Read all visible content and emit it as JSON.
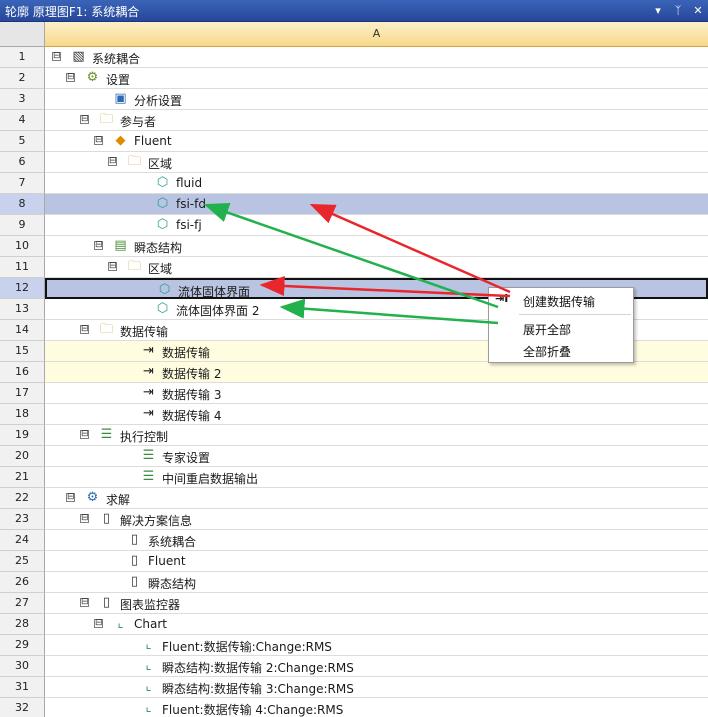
{
  "window": {
    "title": "轮廓 原理图F1: 系统耦合",
    "buttons": [
      "▾",
      "ᛉ",
      "✕"
    ]
  },
  "column_header": "A",
  "rows": [
    {
      "num": "1",
      "label": "系统耦合",
      "icon": "system-coupling-icon",
      "glyph": "▧",
      "color": "#333",
      "toggle": "⊟",
      "level": 0
    },
    {
      "num": "2",
      "label": "设置",
      "icon": "setup-icon",
      "glyph": "⚙",
      "color": "#6b8e23",
      "toggle": "⊟",
      "level": 1
    },
    {
      "num": "3",
      "label": "分析设置",
      "icon": "analysis-settings-icon",
      "glyph": "▣",
      "color": "#2b6cb0",
      "toggle": "",
      "level": 3
    },
    {
      "num": "4",
      "label": "参与者",
      "icon": "folder-icon",
      "glyph": "🗀",
      "color": "#caa23a",
      "toggle": "⊟",
      "level": 2
    },
    {
      "num": "5",
      "label": "Fluent",
      "icon": "fluent-icon",
      "glyph": "◆",
      "color": "#e08a00",
      "toggle": "⊟",
      "level": 3
    },
    {
      "num": "6",
      "label": "区域",
      "icon": "folder-icon",
      "glyph": "🗀",
      "color": "#caa23a",
      "toggle": "⊟",
      "level": 4
    },
    {
      "num": "7",
      "label": "fluid",
      "icon": "region-cube-icon",
      "glyph": "⬡",
      "color": "#2a9d8f",
      "toggle": "",
      "level": 6
    },
    {
      "num": "8",
      "label": "fsi-fd",
      "icon": "region-cube-icon",
      "glyph": "⬡",
      "color": "#2a9d8f",
      "toggle": "",
      "level": 6,
      "state": "sel"
    },
    {
      "num": "9",
      "label": "fsi-fj",
      "icon": "region-cube-icon",
      "glyph": "⬡",
      "color": "#2a9d8f",
      "toggle": "",
      "level": 6
    },
    {
      "num": "10",
      "label": "瞬态结构",
      "icon": "transient-structural-icon",
      "glyph": "▤",
      "color": "#4a8c3a",
      "toggle": "⊟",
      "level": 3
    },
    {
      "num": "11",
      "label": "区域",
      "icon": "folder-icon",
      "glyph": "🗀",
      "color": "#caa23a",
      "toggle": "⊟",
      "level": 4
    },
    {
      "num": "12",
      "label": "流体固体界面",
      "icon": "region-cube-icon",
      "glyph": "⬡",
      "color": "#2a9d8f",
      "toggle": "",
      "level": 6,
      "state": "selbox"
    },
    {
      "num": "13",
      "label": "流体固体界面 2",
      "icon": "region-cube-icon",
      "glyph": "⬡",
      "color": "#2a9d8f",
      "toggle": "",
      "level": 6
    },
    {
      "num": "14",
      "label": "数据传输",
      "icon": "folder-icon",
      "glyph": "🗀",
      "color": "#caa23a",
      "toggle": "⊟",
      "level": 2
    },
    {
      "num": "15",
      "label": "数据传输",
      "icon": "data-transfer-icon",
      "glyph": "⇥",
      "color": "#222",
      "toggle": "",
      "level": 5,
      "state": "hl"
    },
    {
      "num": "16",
      "label": "数据传输 2",
      "icon": "data-transfer-icon",
      "glyph": "⇥",
      "color": "#222",
      "toggle": "",
      "level": 5,
      "state": "hl"
    },
    {
      "num": "17",
      "label": "数据传输 3",
      "icon": "data-transfer-icon",
      "glyph": "⇥",
      "color": "#222",
      "toggle": "",
      "level": 5
    },
    {
      "num": "18",
      "label": "数据传输 4",
      "icon": "data-transfer-icon",
      "glyph": "⇥",
      "color": "#222",
      "toggle": "",
      "level": 5
    },
    {
      "num": "19",
      "label": "执行控制",
      "icon": "execution-control-icon",
      "glyph": "☰",
      "color": "#3c8c3c",
      "toggle": "⊟",
      "level": 2
    },
    {
      "num": "20",
      "label": "专家设置",
      "icon": "expert-settings-icon",
      "glyph": "☰",
      "color": "#3c8c3c",
      "toggle": "",
      "level": 5
    },
    {
      "num": "21",
      "label": "中间重启数据输出",
      "icon": "restart-output-icon",
      "glyph": "☰",
      "color": "#3c8c3c",
      "toggle": "",
      "level": 5
    },
    {
      "num": "22",
      "label": "求解",
      "icon": "solution-icon",
      "glyph": "⚙",
      "color": "#2b6cb0",
      "toggle": "⊟",
      "level": 1
    },
    {
      "num": "23",
      "label": "解决方案信息",
      "icon": "solution-info-icon",
      "glyph": "▯",
      "color": "#333",
      "toggle": "⊟",
      "level": 2
    },
    {
      "num": "24",
      "label": "系统耦合",
      "icon": "solution-info-icon",
      "glyph": "▯",
      "color": "#333",
      "toggle": "",
      "level": 4
    },
    {
      "num": "25",
      "label": "Fluent",
      "icon": "solution-info-icon",
      "glyph": "▯",
      "color": "#333",
      "toggle": "",
      "level": 4
    },
    {
      "num": "26",
      "label": "瞬态结构",
      "icon": "solution-info-icon",
      "glyph": "▯",
      "color": "#333",
      "toggle": "",
      "level": 4
    },
    {
      "num": "27",
      "label": "图表监控器",
      "icon": "chart-monitor-icon",
      "glyph": "▯",
      "color": "#333",
      "toggle": "⊟",
      "level": 2
    },
    {
      "num": "28",
      "label": "Chart",
      "icon": "chart-icon",
      "glyph": "⌞",
      "color": "#2a8a6a",
      "toggle": "⊟",
      "level": 3
    },
    {
      "num": "29",
      "label": "Fluent:数据传输:Change:RMS",
      "icon": "chart-icon",
      "glyph": "⌞",
      "color": "#2a8a6a",
      "toggle": "",
      "level": 5
    },
    {
      "num": "30",
      "label": "瞬态结构:数据传输 2:Change:RMS",
      "icon": "chart-icon",
      "glyph": "⌞",
      "color": "#2a8a6a",
      "toggle": "",
      "level": 5
    },
    {
      "num": "31",
      "label": "瞬态结构:数据传输 3:Change:RMS",
      "icon": "chart-icon",
      "glyph": "⌞",
      "color": "#2a8a6a",
      "toggle": "",
      "level": 5
    },
    {
      "num": "32",
      "label": "Fluent:数据传输 4:Change:RMS",
      "icon": "chart-icon",
      "glyph": "⌞",
      "color": "#2a8a6a",
      "toggle": "",
      "level": 5
    }
  ],
  "context_menu": {
    "items": [
      {
        "label": "创建数据传输",
        "icon": "⇥I"
      },
      {
        "label": "展开全部",
        "icon": ""
      },
      {
        "label": "全部折叠",
        "icon": ""
      }
    ]
  },
  "annotation_colors": {
    "red": "#e8262b",
    "green": "#22b14c"
  }
}
